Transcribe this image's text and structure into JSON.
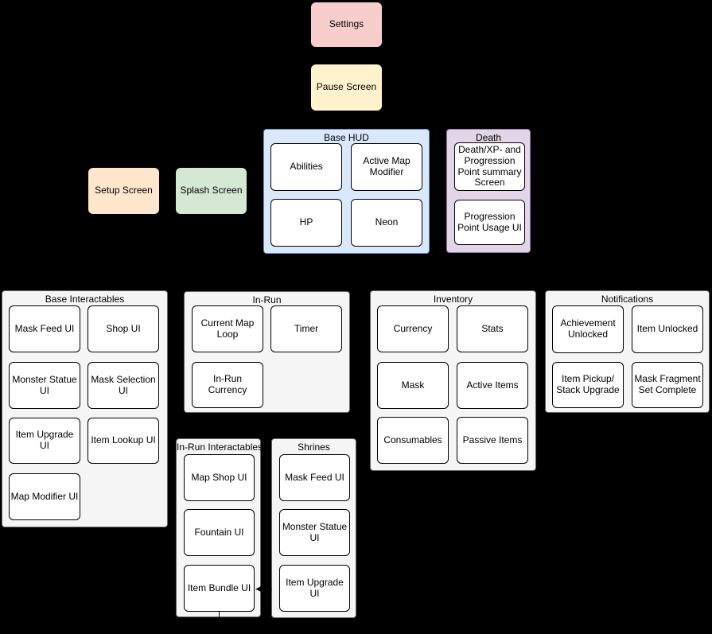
{
  "canvas": {
    "background": "#000000",
    "edge_color": "#000000",
    "node_fill": "#ffffff",
    "node_border": "#000000"
  },
  "standalone_nodes": {
    "settings": {
      "label": "Settings",
      "fill": "#f8cecc"
    },
    "pause_screen": {
      "label": "Pause Screen",
      "fill": "#fff2cc"
    },
    "setup_screen": {
      "label": "Setup Screen",
      "fill": "#ffe6cc"
    },
    "splash_screen": {
      "label": "Splash Screen",
      "fill": "#d5e8d4"
    }
  },
  "groups": {
    "base_hud": {
      "title": "Base HUD",
      "fill": "#dae8fc",
      "border_color": "#6c8ebf",
      "children": {
        "abilities": "Abilities",
        "active_map_modifier": "Active Map Modifier",
        "hp": "HP",
        "neon": "Neon"
      }
    },
    "death": {
      "title": "Death",
      "fill": "#e1d5e7",
      "border_color": "#9673a6",
      "children": {
        "death_summary": "Death/XP- and Progression Point summary Screen",
        "progression_point_usage": "Progression Point Usage UI"
      }
    },
    "base_interactables": {
      "title": "Base Interactables",
      "fill": "#f5f5f5",
      "border_color": "#666666",
      "children": {
        "mask_feed": "Mask Feed UI",
        "shop": "Shop UI",
        "monster_statue": "Monster Statue UI",
        "mask_selection": "Mask Selection UI",
        "item_upgrade": "Item Upgrade UI",
        "item_lookup": "Item Lookup UI",
        "map_modifier": "Map Modifier UI"
      }
    },
    "in_run": {
      "title": "In-Run",
      "fill": "#f5f5f5",
      "border_color": "#666666",
      "children": {
        "current_map_loop": "Current Map Loop",
        "timer": "Timer",
        "in_run_currency": "In-Run Currency"
      }
    },
    "inventory": {
      "title": "Inventory",
      "fill": "#f5f5f5",
      "border_color": "#666666",
      "children": {
        "currency": "Currency",
        "stats": "Stats",
        "mask": "Mask",
        "active_items": "Active Items",
        "consumables": "Consumables",
        "passive_items": "Passive Items"
      }
    },
    "notifications": {
      "title": "Notifications",
      "fill": "#f5f5f5",
      "border_color": "#666666",
      "children": {
        "achievement_unlocked": "Achievement Unlocked",
        "item_unlocked": "Item Unlocked",
        "item_pickup_stack_upgrade": "Item Pickup/ Stack Upgrade",
        "mask_fragment_set_complete": "Mask Fragment Set Complete"
      }
    },
    "in_run_interactables": {
      "title": "In-Run Interactables",
      "fill": "#f5f5f5",
      "border_color": "#666666",
      "children": {
        "map_shop": "Map Shop UI",
        "fountain": "Fountain UI",
        "item_bundle": "Item Bundle UI"
      }
    },
    "shrines": {
      "title": "Shrines",
      "fill": "#f5f5f5",
      "border_color": "#666666",
      "children": {
        "mask_feed": "Mask Feed UI",
        "monster_statue": "Monster Statue UI",
        "item_upgrade": "Item Upgrade UI"
      }
    }
  }
}
